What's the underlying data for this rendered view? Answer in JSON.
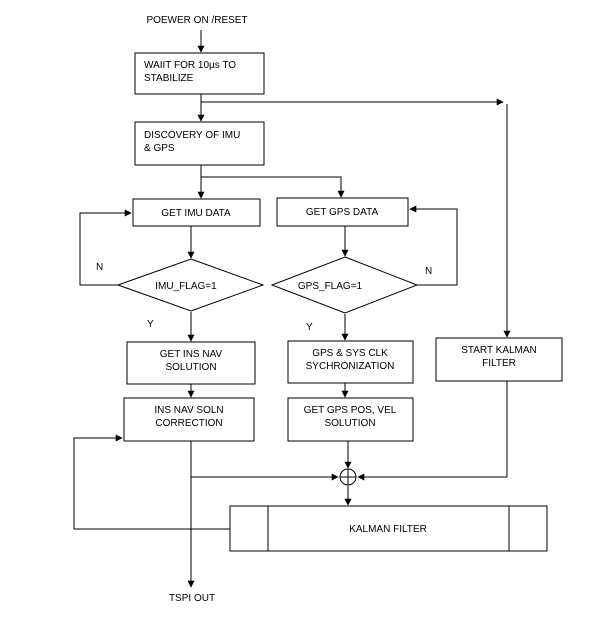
{
  "start_label": "POEWER ON /RESET",
  "end_label": "TSPI OUT",
  "steps": {
    "wait": [
      "WAIIT FOR 10µs TO",
      "STABILIZE"
    ],
    "discovery": [
      "DISCOVERY OF IMU",
      "& GPS"
    ],
    "get_imu": "GET IMU DATA",
    "get_gps": "GET GPS DATA",
    "imu_decision": "IMU_FLAG=1",
    "gps_decision": "GPS_FLAG=1",
    "ins_nav": [
      "GET INS NAV",
      "SOLUTION"
    ],
    "gps_sync": [
      "GPS & SYS CLK",
      "SYCHRONIZATION"
    ],
    "start_kalman": [
      "START KALMAN",
      "FILTER"
    ],
    "ins_corr": [
      "INS NAV SOLN",
      "CORRECTION"
    ],
    "gps_pos": [
      "GET GPS POS, VEL",
      "SOLUTION"
    ],
    "kalman": "KALMAN FILTER"
  },
  "branch_labels": {
    "imu_no": "N",
    "imu_yes": "Y",
    "gps_no": "N",
    "gps_yes": "Y"
  }
}
